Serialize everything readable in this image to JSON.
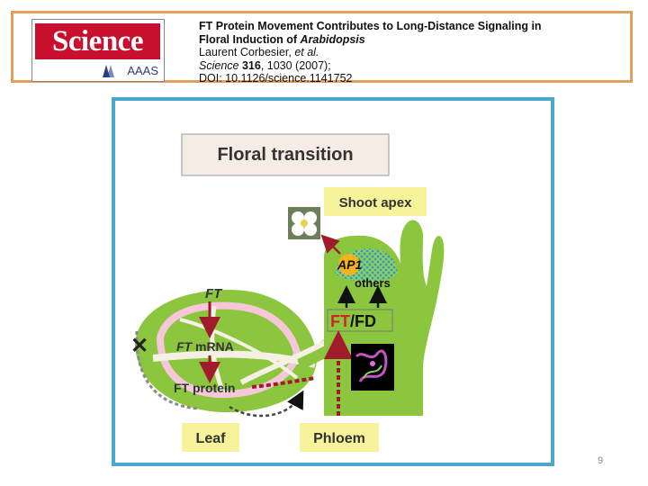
{
  "logo": {
    "word": "Science",
    "publisher": "AAAS"
  },
  "citation": {
    "title_line1": "FT Protein Movement Contributes to Long-Distance Signaling in",
    "title_line2_prefix": "Floral Induction of ",
    "title_line2_species": "Arabidopsis",
    "authors_name": "Laurent Corbesier, ",
    "authors_etal": "et al.",
    "journal": "Science",
    "volume": "316",
    "pages_year": ", 1030 (2007);",
    "doi": "DOI: 10.1126/science.1141752"
  },
  "diagram": {
    "title": "Floral transition",
    "shoot_apex": "Shoot apex",
    "leaf": "Leaf",
    "phloem": "Phloem",
    "ft_top": "FT",
    "ft_mrna_ft": "FT",
    "ft_mrna_rest": " mRNA",
    "ft_protein": "FT protein",
    "ap1": "AP1",
    "others": "others",
    "ftfd_ft": "FT",
    "ftfd_rest": "/FD",
    "x_mark": "✕"
  },
  "colors": {
    "leaf_green": "#8cc63f",
    "label_yellow": "#f6f39a",
    "arrow_red": "#a01c2c",
    "frame_blue": "#4aa8cf",
    "header_border": "#e0a060",
    "logo_red": "#c8102e"
  },
  "page_number": "9"
}
